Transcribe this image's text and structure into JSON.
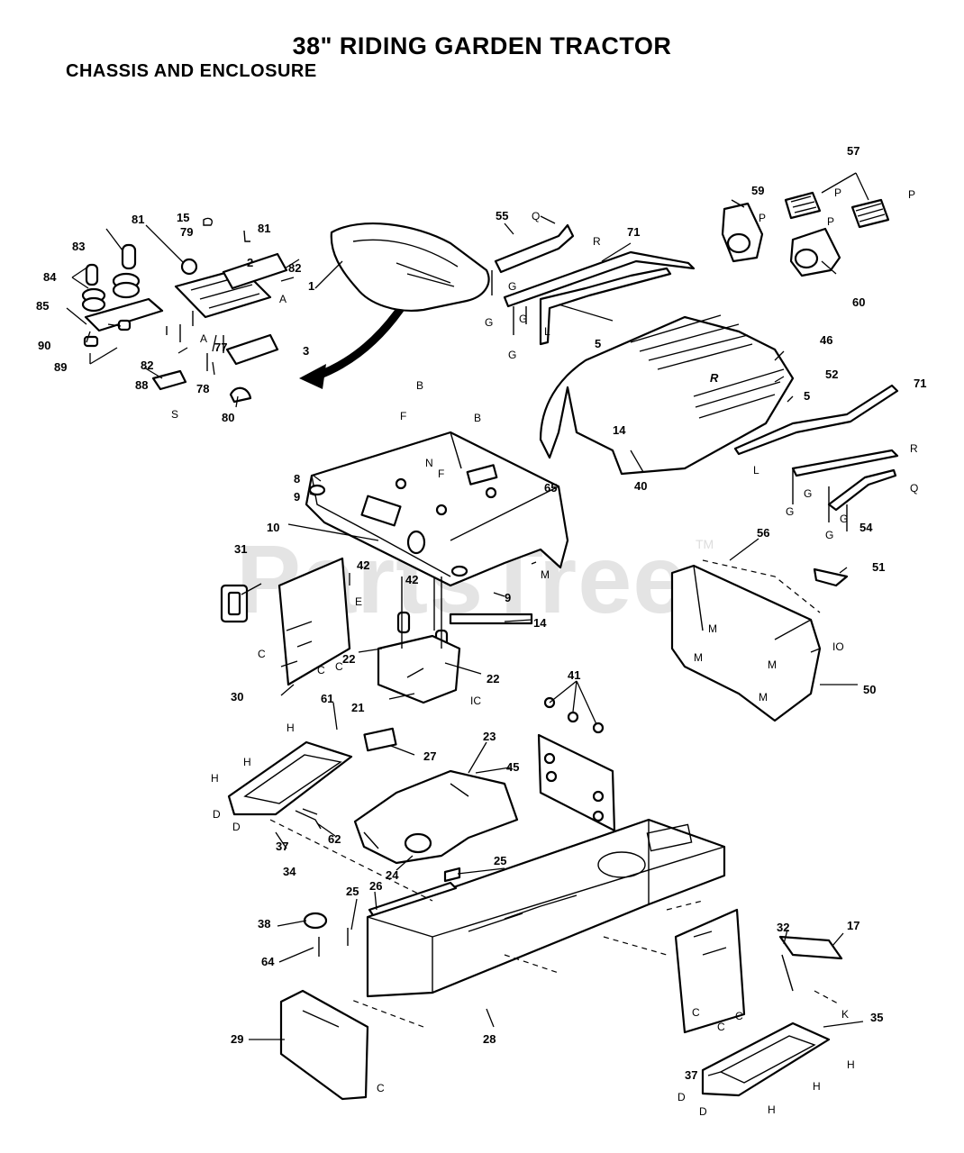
{
  "title": "38\" RIDING GARDEN TRACTOR",
  "subtitle": "CHASSIS AND ENCLOSURE",
  "watermark": "PartsTree",
  "trademark": "TM",
  "callouts": [
    "1",
    "2",
    "3",
    "5",
    "5",
    "8",
    "9",
    "9",
    "10",
    "14",
    "15",
    "17",
    "21",
    "22",
    "22",
    "23",
    "24",
    "25",
    "25",
    "26",
    "27",
    "28",
    "29",
    "30",
    "31",
    "32",
    "34",
    "35",
    "37",
    "37",
    "38",
    "40",
    "41",
    "42",
    "42",
    "45",
    "46",
    "50",
    "51",
    "52",
    "54",
    "55",
    "56",
    "57",
    "59",
    "60",
    "61",
    "62",
    "64",
    "65",
    "71",
    "71",
    "77",
    "78",
    "79",
    "80",
    "81",
    "81",
    "82",
    "82",
    "83",
    "84",
    "85",
    "88",
    "89",
    "90"
  ],
  "letters": [
    "A",
    "A",
    "B",
    "B",
    "C",
    "D",
    "E",
    "F",
    "G",
    "H",
    "IO",
    "IC",
    "K",
    "L",
    "M",
    "N",
    "P",
    "Q",
    "R",
    "S"
  ]
}
